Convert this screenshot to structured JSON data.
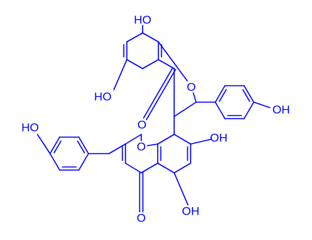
{
  "diagram": {
    "type": "chemical-structure",
    "colors": {
      "bond": "#0000ff",
      "label": "#0000ff",
      "background": "#ffffff"
    },
    "atom_labels": {
      "oh_top": "HO",
      "oh_left_upper": "HO",
      "ring_o_upper": "O",
      "ketone_o_upper": "O",
      "oh_right_phenol": "OH",
      "oh_left_phenol": "HO",
      "ring_o_lower": "O",
      "oh_lower_right": "OH",
      "ketone_o_lower": "O",
      "oh_bottom": "OH"
    }
  }
}
